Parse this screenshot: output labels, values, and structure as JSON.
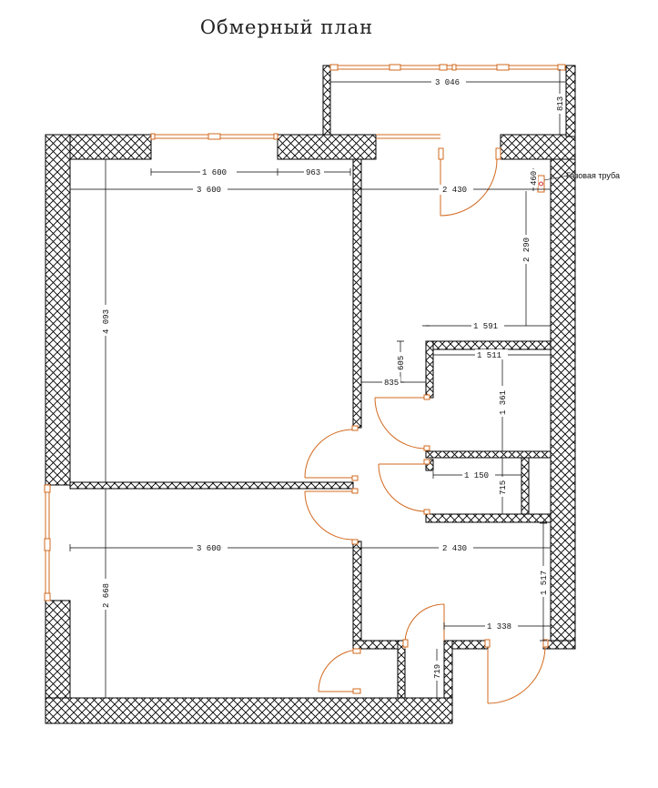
{
  "title": "Обмерный  план",
  "gas_pipe_label": "Газовая труба",
  "dimensions": {
    "d3046": "3 046",
    "d813": "813",
    "d1600": "1 600",
    "d963": "963",
    "d3600_top": "3 600",
    "d2430_top": "2 430",
    "d460": "460",
    "d2290": "2 290",
    "d4093": "4 093",
    "d1591": "1 591",
    "d1511": "1 511",
    "d605": "605",
    "d835": "835",
    "d1361": "1 361",
    "d1150": "1 150",
    "d715": "715",
    "d3600_mid": "3 600",
    "d2430_mid": "2 430",
    "d2668": "2 668",
    "d1517": "1 517",
    "d1338": "1 338",
    "d719": "719"
  },
  "colors": {
    "wall_hatch": "#000000",
    "window": "#d2691e",
    "door": "#d2691e",
    "dimension": "#000000"
  }
}
